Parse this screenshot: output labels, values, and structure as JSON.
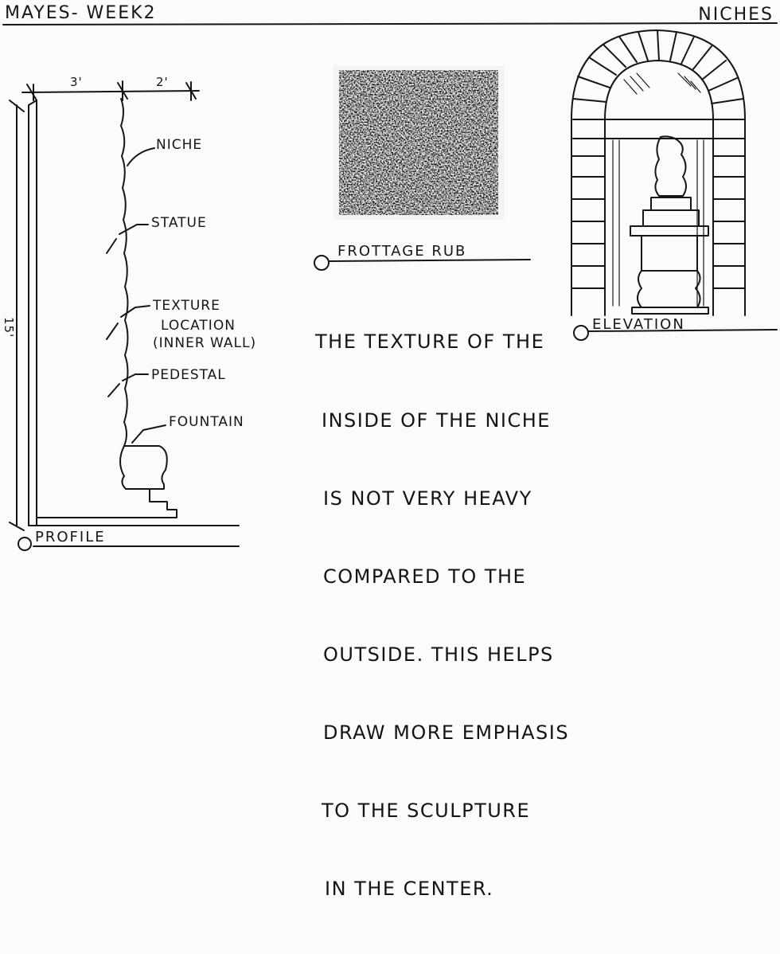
{
  "header": {
    "title_left": "MAYES- WEEK2",
    "title_right": "NICHES"
  },
  "profile": {
    "dim_top_left": "3'",
    "dim_top_right": "2'",
    "dim_height": "15'",
    "labels": [
      "NICHE",
      "STATUE",
      "TEXTURE",
      "LOCATION",
      "(INNER WALL)",
      "PEDESTAL",
      "FOUNTAIN"
    ],
    "caption": "PROFILE"
  },
  "frottage": {
    "caption": "FROTTAGE RUB"
  },
  "description": {
    "lines": [
      "THE TEXTURE OF THE",
      "INSIDE OF THE NICHE",
      "IS NOT VERY HEAVY",
      "COMPARED TO THE",
      "OUTSIDE. THIS HELPS",
      "DRAW MORE EMPHASIS",
      "TO THE SCULPTURE",
      "IN THE CENTER."
    ]
  },
  "elevation": {
    "caption": "ELEVATION"
  }
}
